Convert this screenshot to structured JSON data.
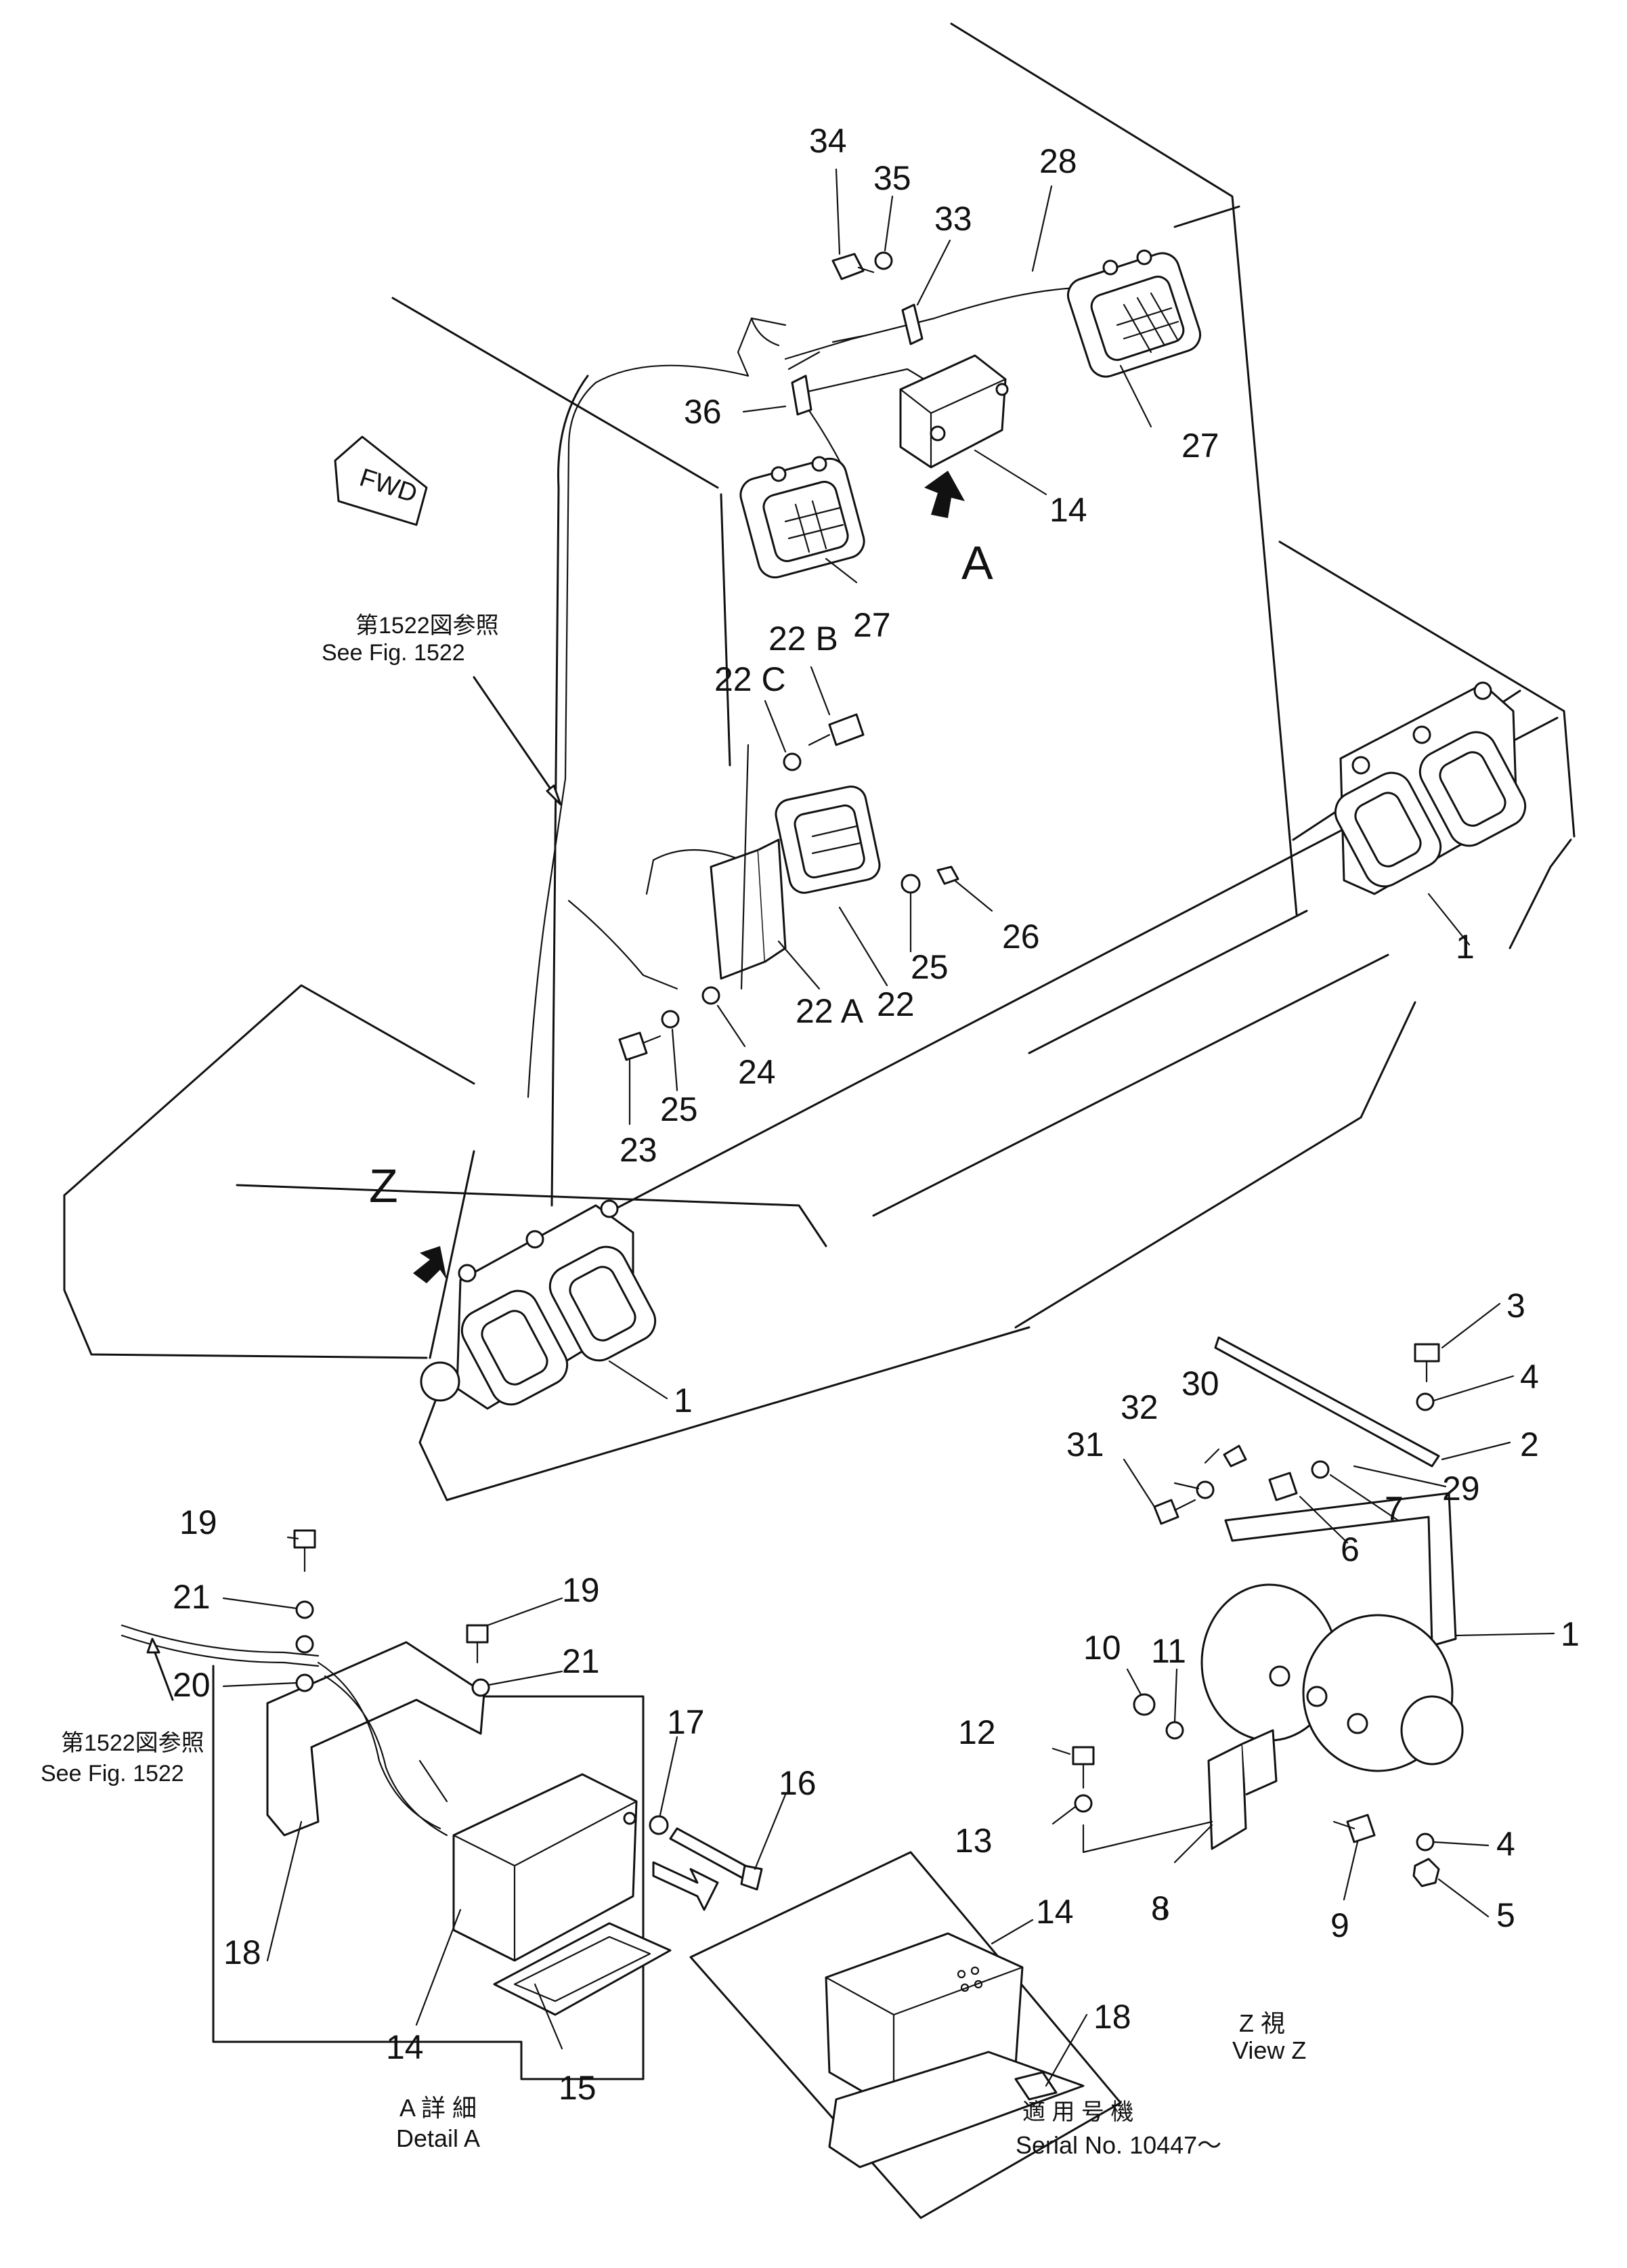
{
  "callouts": {
    "n1a": "1",
    "n1b": "1",
    "n1c": "1",
    "n2": "2",
    "n3": "3",
    "n4a": "4",
    "n4b": "4",
    "n5": "5",
    "n6": "6",
    "n7": "7",
    "n8": "8",
    "n9": "9",
    "n10": "10",
    "n11": "11",
    "n12": "12",
    "n13": "13",
    "n14a": "14",
    "n14b": "14",
    "n14c": "14",
    "n15": "15",
    "n16": "16",
    "n17": "17",
    "n18a": "18",
    "n18b": "18",
    "n19a": "19",
    "n19b": "19",
    "n20": "20",
    "n21a": "21",
    "n21b": "21",
    "n22": "22",
    "n22a": "22 A",
    "n22b": "22 B",
    "n22c": "22 C",
    "n23": "23",
    "n24": "24",
    "n25a": "25",
    "n25b": "25",
    "n26": "26",
    "n27a": "27",
    "n27b": "27",
    "n28": "28",
    "n29": "29",
    "n30": "30",
    "n31": "31",
    "n32": "32",
    "n33": "33",
    "n34": "34",
    "n35": "35",
    "n36": "36"
  },
  "markers": {
    "view_a": "A",
    "view_z": "Z",
    "fwd": "FWD"
  },
  "notes": {
    "ref_top_jp": "第1522図参照",
    "ref_top_en": "See Fig. 1522",
    "ref_bottom_jp": "第1522図参照",
    "ref_bottom_en": "See Fig. 1522",
    "detail_a_jp": "A 詳 細",
    "detail_a_en": "Detail A",
    "view_z_jp": "Z 視",
    "view_z_en": "View Z",
    "serial_jp": "適 用 号 機",
    "serial_en": "Serial No. 10447～"
  }
}
